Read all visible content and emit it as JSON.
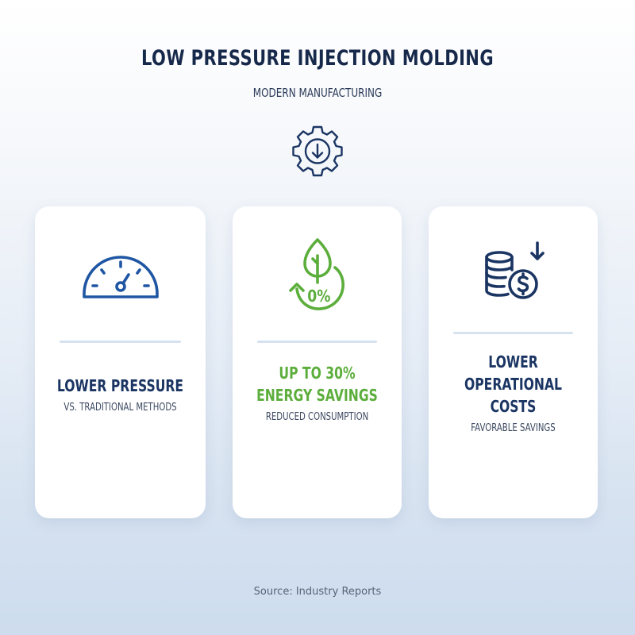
{
  "header": {
    "title": "LOW PRESSURE INJECTION MOLDING",
    "subtitle": "MODERN MANUFACTURING",
    "icon": "gear-download-icon"
  },
  "cards": [
    {
      "icon": "speedometer-gauge-icon",
      "headline_lines": [
        "LOWER PRESSURE"
      ],
      "subtext": "VS. TRADITIONAL METHODS",
      "accent": "#1f56a3"
    },
    {
      "icon": "leaf-cycle-percent-icon",
      "icon_label": "0%",
      "headline_lines": [
        "UP TO 30%",
        "ENERGY SAVINGS"
      ],
      "subtext": "REDUCED CONSUMPTION",
      "accent": "#5cae3c"
    },
    {
      "icon": "coins-dollar-down-icon",
      "headline_lines": [
        "LOWER",
        "OPERATIONAL",
        "COSTS"
      ],
      "subtext": "FAVORABLE SAVINGS",
      "accent": "#1b3563"
    }
  ],
  "footer": {
    "source": "Source: Industry Reports"
  },
  "colors": {
    "title": "#17294b",
    "navy": "#1b3563",
    "blue_gauge": "#1f56a3",
    "green": "#5cae3c",
    "divider": "#d6e2f0",
    "bg_top": "#ffffff",
    "bg_bottom": "#cddcee"
  }
}
